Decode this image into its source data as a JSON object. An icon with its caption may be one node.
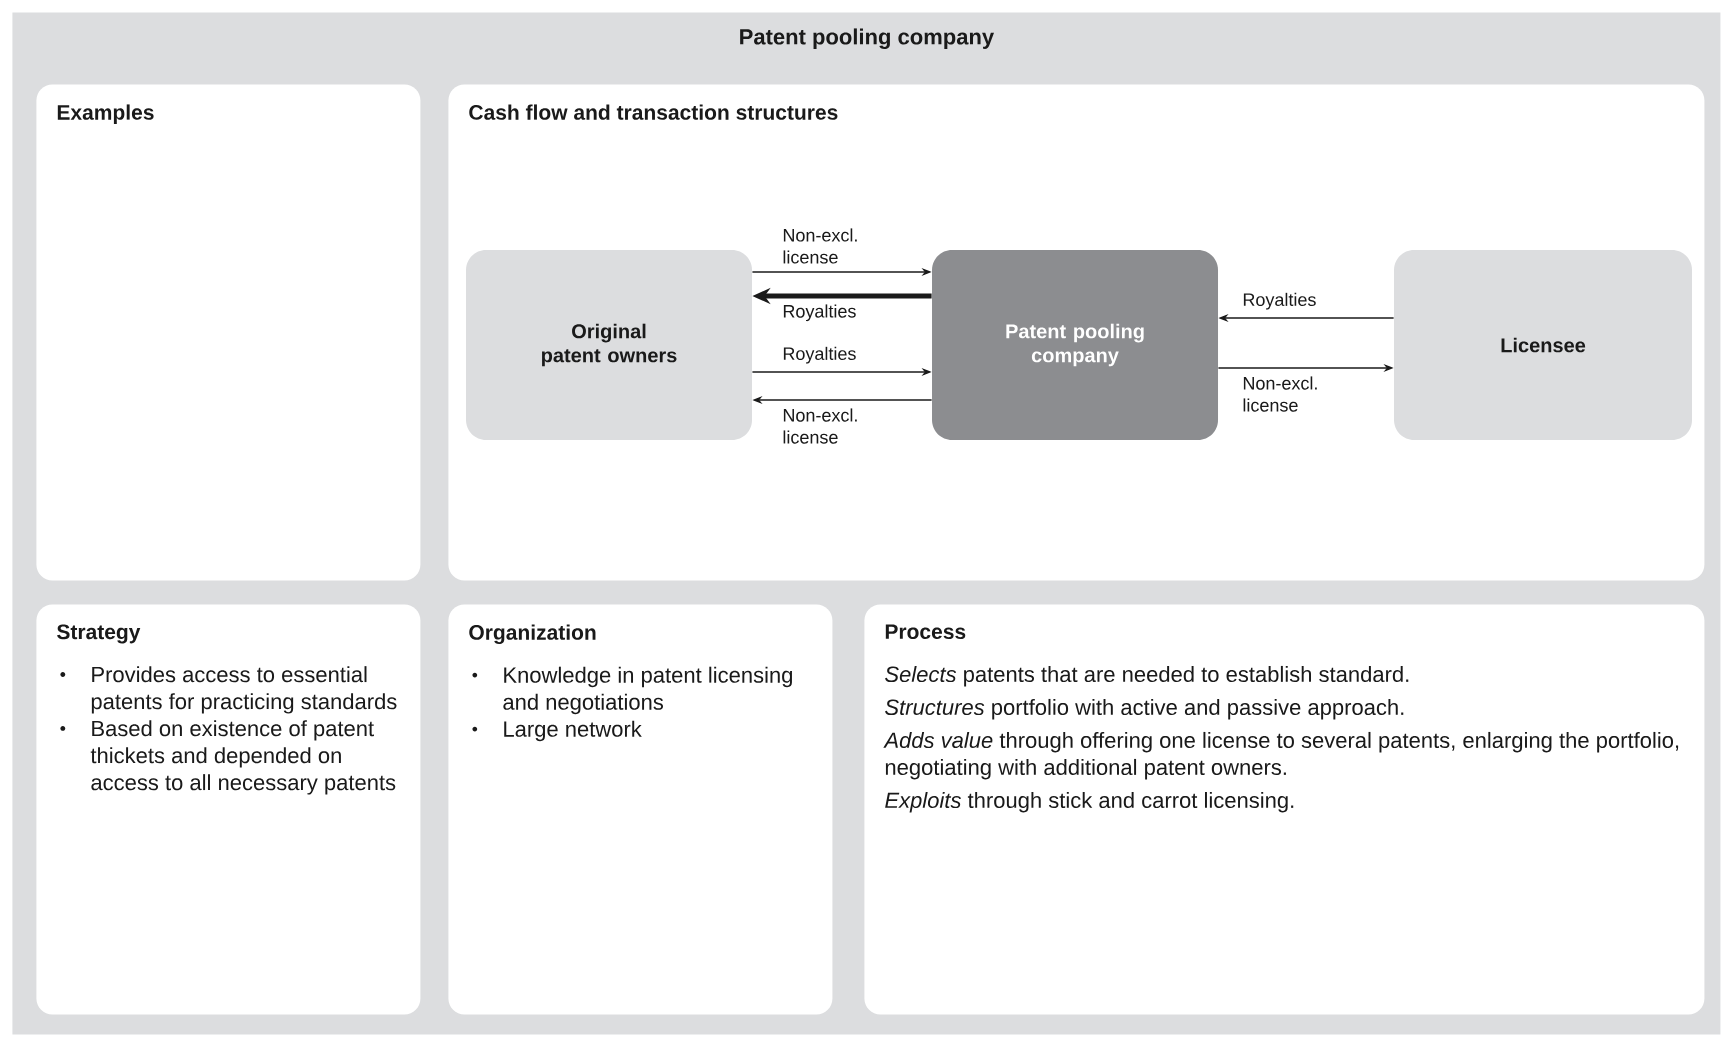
{
  "diagram": {
    "nodes": [
      {
        "text": [
          "Patent pooling company"
        ]
      },
      {
        "text": [
          "Examples"
        ],
        "in": 0
      },
      {
        "text": [
          "Cash flow and transaction structures"
        ],
        "in": 0
      },
      {
        "text": [
          "Original patent owners"
        ],
        "in": 2
      },
      {
        "text": [
          "Patent pooling company"
        ],
        "in": 2
      },
      {
        "text": [
          "Licensee"
        ],
        "in": 2
      },
      {
        "text": [
          "Strategy",
          "Provides access to essential patents for practicing standards",
          "Based on existence of patent thickets and depended on access to all necessary patents"
        ],
        "in": 0
      },
      {
        "text": [
          "Organization",
          "Knowledge in patent licensing and negotiations",
          "Large network"
        ],
        "in": 0
      },
      {
        "text": [
          "Process",
          "*Selects* patents that are needed to establish standard.",
          "*Structures* portfolio with active and passive approach.",
          "*Adds value* through offering one license to several patents, enlarging the portfolio, negotiating with additional patent owners.",
          "*Exploits* through stick and carrot licensing."
        ],
        "in": 0
      }
    ],
    "edges": [
      {
        "from": 3,
        "to": 4,
        "arrow": "to",
        "label": "Non-excl. license"
      },
      {
        "from": 4,
        "to": 3,
        "arrow": "to",
        "label": "Royalties",
        "style": "thick"
      },
      {
        "from": 3,
        "to": 4,
        "arrow": "to",
        "label": "Royalties"
      },
      {
        "from": 4,
        "to": 3,
        "arrow": "to",
        "label": "Non-excl. license"
      },
      {
        "from": 5,
        "to": 4,
        "arrow": "to",
        "label": "Royalties"
      },
      {
        "from": 4,
        "to": 5,
        "arrow": "to",
        "label": "Non-excl. license"
      }
    ]
  }
}
